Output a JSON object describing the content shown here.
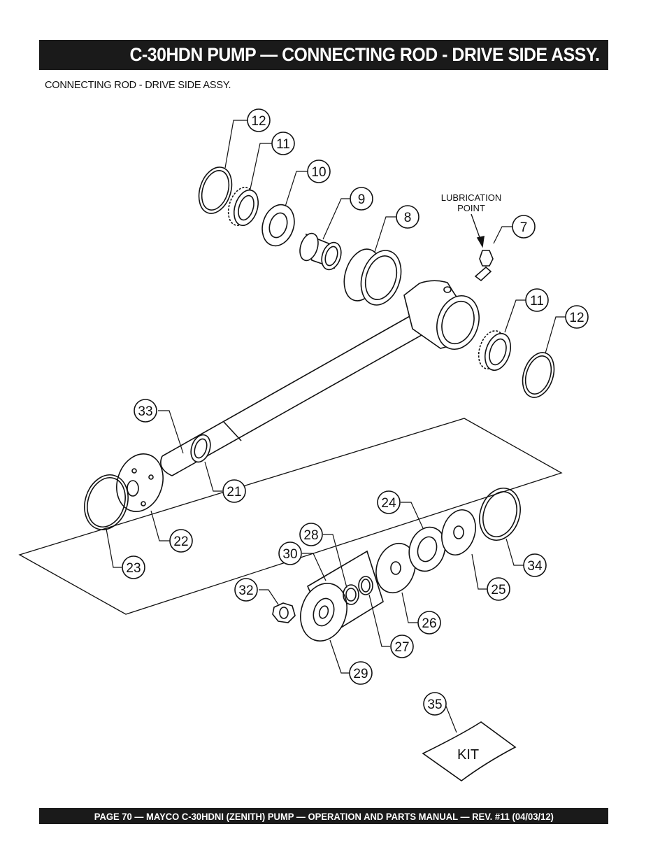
{
  "header": {
    "title": "C-30HDN PUMP — CONNECTING ROD - DRIVE SIDE ASSY."
  },
  "subtitle": "CONNECTING ROD - DRIVE SIDE ASSY.",
  "diagram": {
    "lubrication_label_line1": "LUBRICATION",
    "lubrication_label_line2": "POINT",
    "kit_label": "KIT",
    "callouts": [
      "12",
      "11",
      "10",
      "9",
      "8",
      "7",
      "11",
      "12",
      "33",
      "21",
      "22",
      "23",
      "24",
      "28",
      "30",
      "34",
      "25",
      "26",
      "32",
      "27",
      "29",
      "35"
    ]
  },
  "footer": {
    "text": "PAGE 70 — MAYCO C-30HDNI (ZENITH) PUMP — OPERATION AND PARTS MANUAL — REV. #11 (04/03/12)"
  }
}
